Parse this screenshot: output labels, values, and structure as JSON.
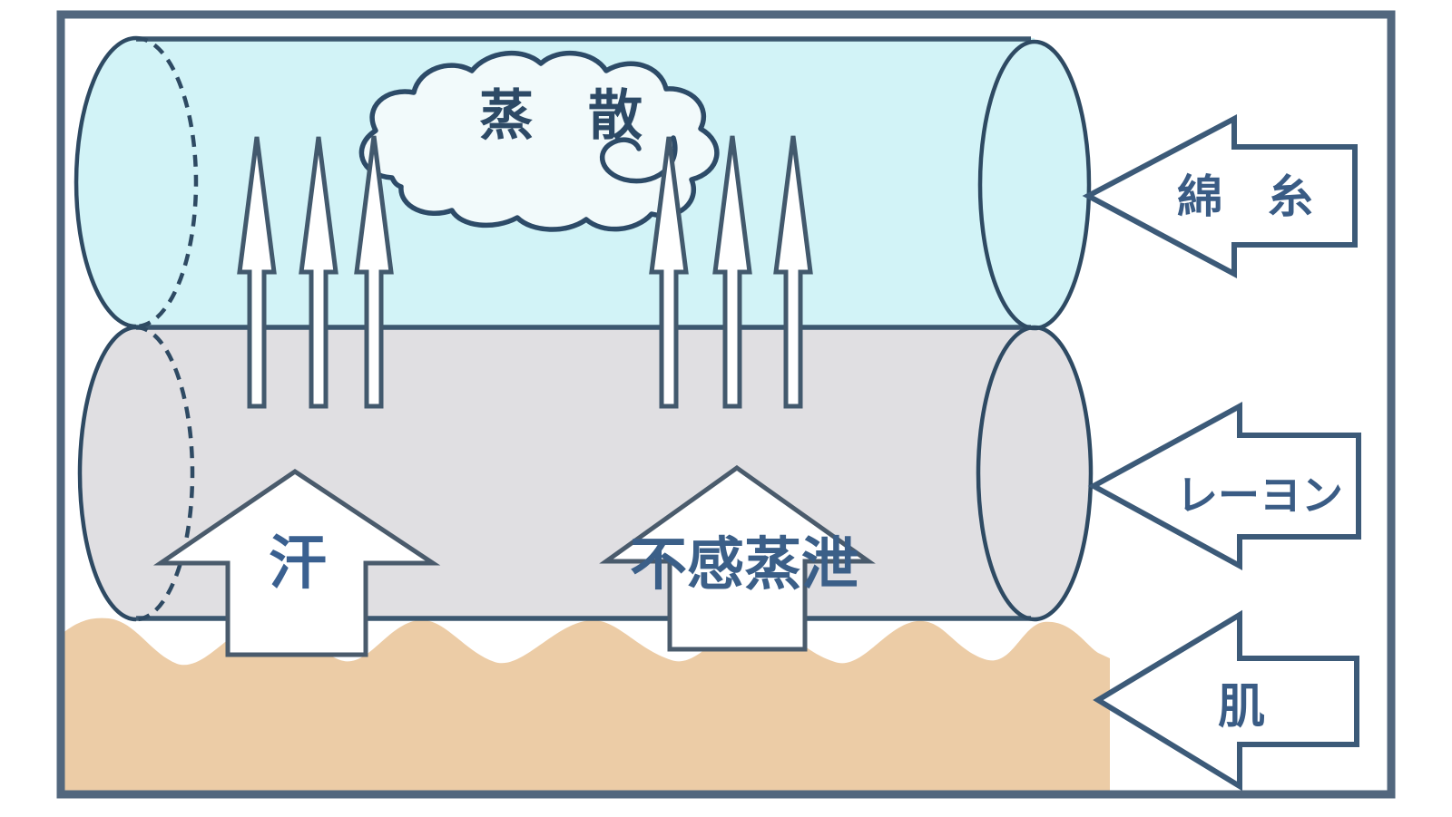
{
  "labels": {
    "evaporation": "蒸　散",
    "sweat": "汗",
    "insensible_perspiration": "不感蒸泄",
    "cotton_thread": "綿　糸",
    "rayon": "レーヨン",
    "skin": "肌"
  },
  "colors": {
    "cotton_layer_fill": "#d2f3f7",
    "rayon_layer_fill": "#e0dfe2",
    "skin_layer_fill": "#ecccA6",
    "cloud_fill": "#f2fafb",
    "arrow_fill": "#ffffff",
    "outline": "#2e4a63",
    "frame": "#52677e",
    "evaporation_text": "#2d4a66",
    "sweat_text": "#3a6090",
    "insensible_text": "#3b5f88",
    "side_label_text": "#3a5c85"
  }
}
